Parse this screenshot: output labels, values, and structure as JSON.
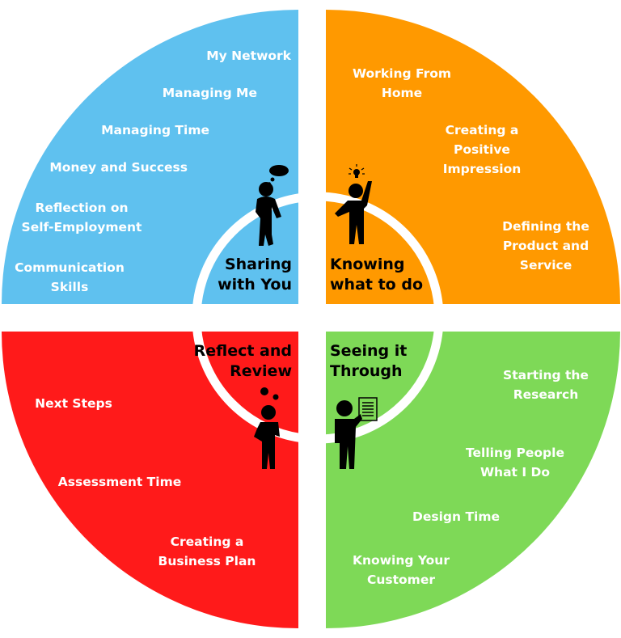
{
  "diagram": {
    "type": "quadrant-wheel",
    "quadrants": [
      {
        "id": "sharing",
        "title": [
          "Sharing",
          "with You"
        ],
        "color": "#5fc1ef",
        "icon": "thinking-person-icon",
        "items": [
          [
            "My Network"
          ],
          [
            "Managing Me"
          ],
          [
            "Managing Time"
          ],
          [
            "Money and Success"
          ],
          [
            "Reflection on",
            "Self-Employment"
          ],
          [
            "Communication",
            "Skills"
          ]
        ]
      },
      {
        "id": "knowing",
        "title": [
          "Knowing",
          "what to do"
        ],
        "color": "#ff9900",
        "icon": "idea-person-icon",
        "items": [
          [
            "Working From",
            "Home"
          ],
          [
            "Creating a",
            "Positive",
            "Impression"
          ],
          [
            "Defining the",
            "Product and",
            "Service"
          ]
        ]
      },
      {
        "id": "reflect",
        "title": [
          "Reflect and",
          "Review"
        ],
        "color": "#ff1a1a",
        "icon": "pondering-person-icon",
        "items": [
          [
            "Next Steps"
          ],
          [
            "Assessment Time"
          ],
          [
            "Creating a",
            "Business Plan"
          ]
        ]
      },
      {
        "id": "seeing",
        "title": [
          "Seeing it",
          "Through"
        ],
        "color": "#7ed957",
        "icon": "presenting-person-icon",
        "items": [
          [
            "Starting the",
            "Research"
          ],
          [
            "Telling People",
            "What I Do"
          ],
          [
            "Design Time"
          ],
          [
            "Knowing Your",
            "Customer"
          ]
        ]
      }
    ]
  }
}
